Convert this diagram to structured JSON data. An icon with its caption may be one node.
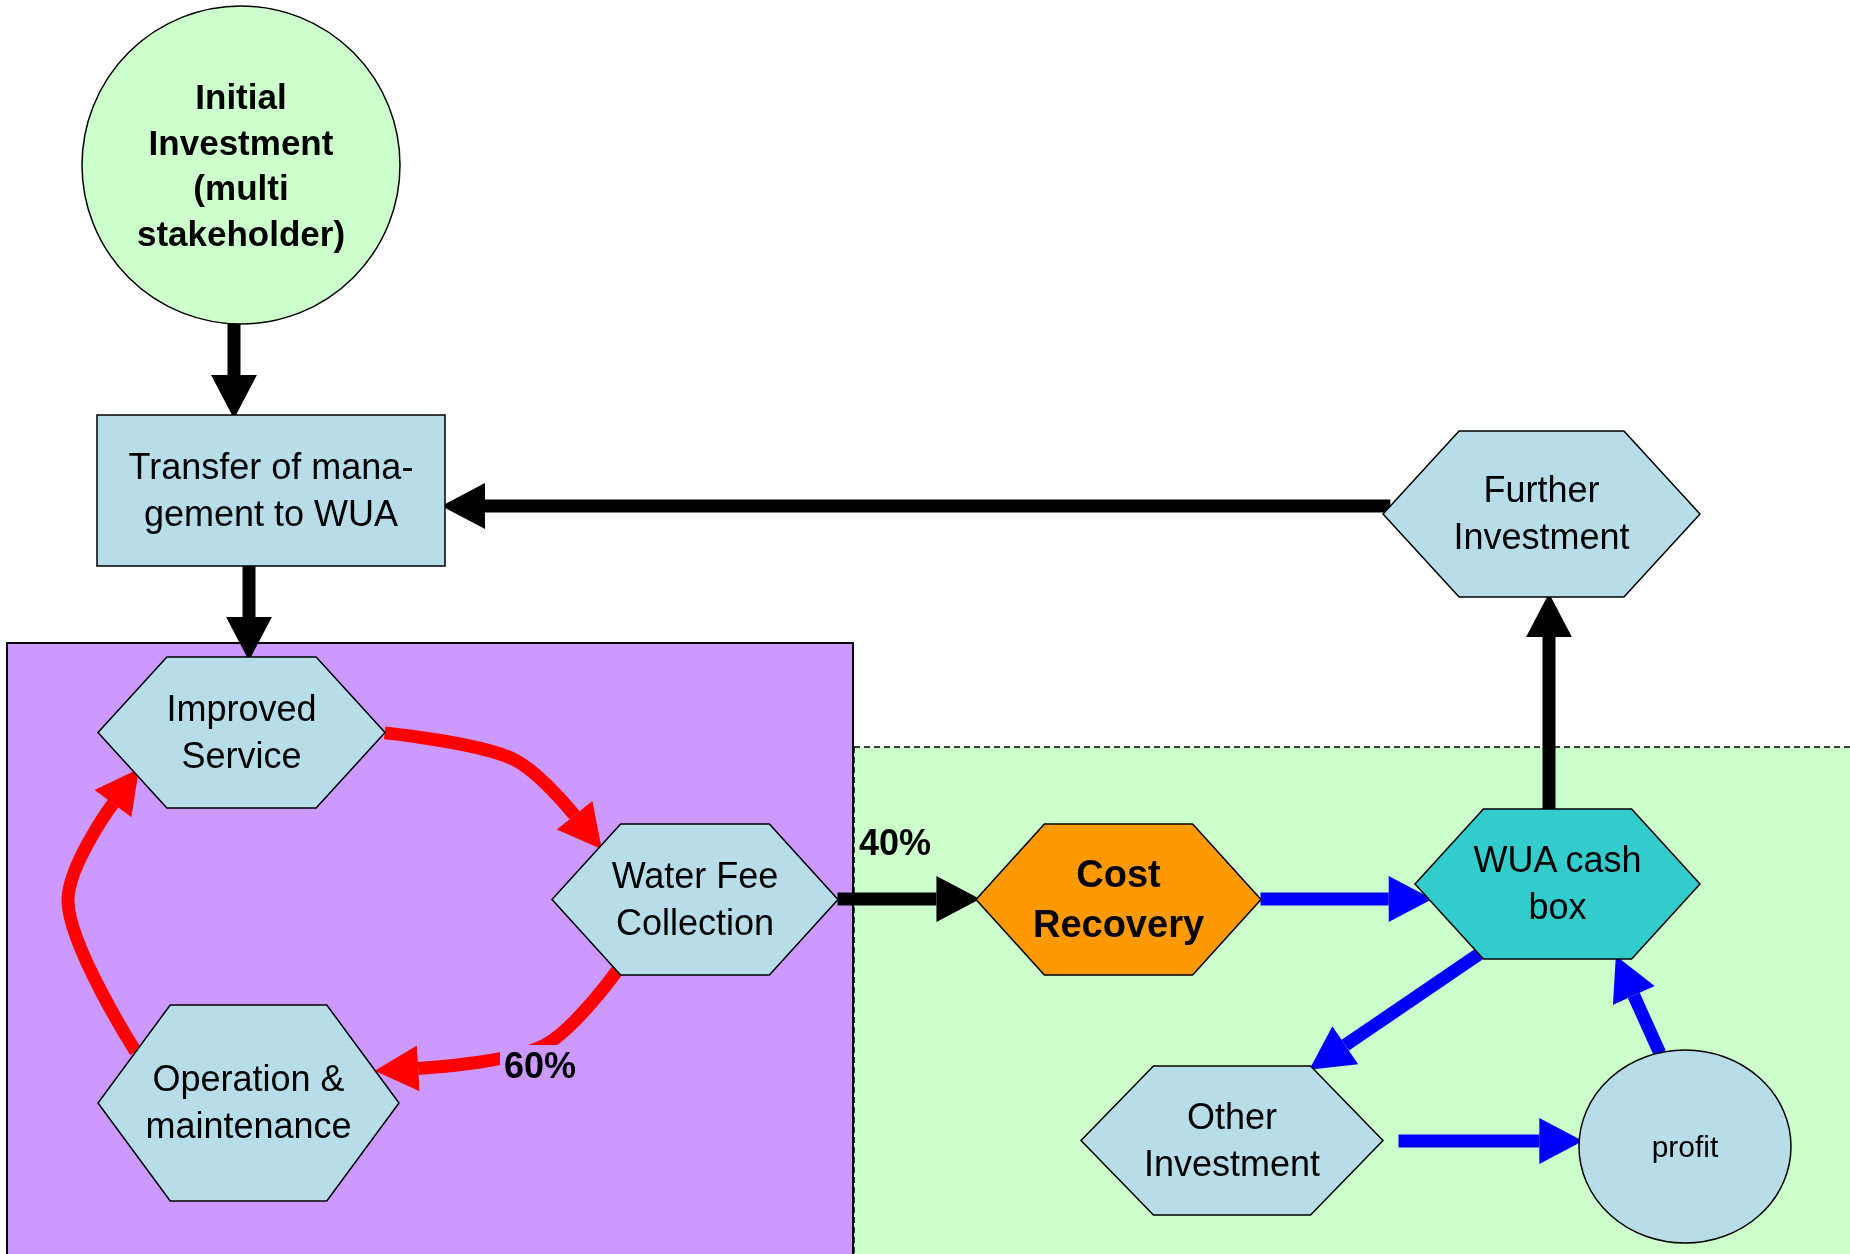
{
  "diagram": {
    "nodes": [
      {
        "text": [
          "Initial Investment (multi stakeholder)"
        ]
      },
      {
        "text": [
          "Transfer of mana- gement to WUA"
        ]
      },
      {
        "text": [
          "Further Investment"
        ]
      },
      {
        "text": [
          "Improved Service"
        ]
      },
      {
        "text": [
          "Water Fee Collection"
        ]
      },
      {
        "text": [
          "Operation & maintenance"
        ]
      },
      {
        "text": [
          "Cost Recovery"
        ]
      },
      {
        "text": [
          "WUA cash box"
        ]
      },
      {
        "text": [
          "Other Investment"
        ]
      },
      {
        "text": [
          "profit"
        ]
      }
    ],
    "edges": [
      {
        "from": 0,
        "to": 1,
        "arrow": "to"
      },
      {
        "from": 1,
        "to": 3,
        "arrow": "to"
      },
      {
        "from": 2,
        "to": 1,
        "arrow": "to"
      },
      {
        "from": 3,
        "to": 4,
        "arrow": "to",
        "color": "#ff0000"
      },
      {
        "from": 4,
        "to": 5,
        "arrow": "to",
        "label": "60%",
        "color": "#ff0000"
      },
      {
        "from": 5,
        "to": 3,
        "arrow": "to",
        "color": "#ff0000"
      },
      {
        "from": 4,
        "to": 6,
        "arrow": "to",
        "label": "40%"
      },
      {
        "from": 6,
        "to": 7,
        "arrow": "to",
        "color": "#0000ff"
      },
      {
        "from": 7,
        "to": 2,
        "arrow": "to"
      },
      {
        "from": 7,
        "to": 8,
        "arrow": "to",
        "color": "#0000ff"
      },
      {
        "from": 8,
        "to": 9,
        "arrow": "to",
        "color": "#0000ff"
      },
      {
        "from": 9,
        "to": 7,
        "arrow": "to",
        "color": "#0000ff"
      }
    ]
  }
}
